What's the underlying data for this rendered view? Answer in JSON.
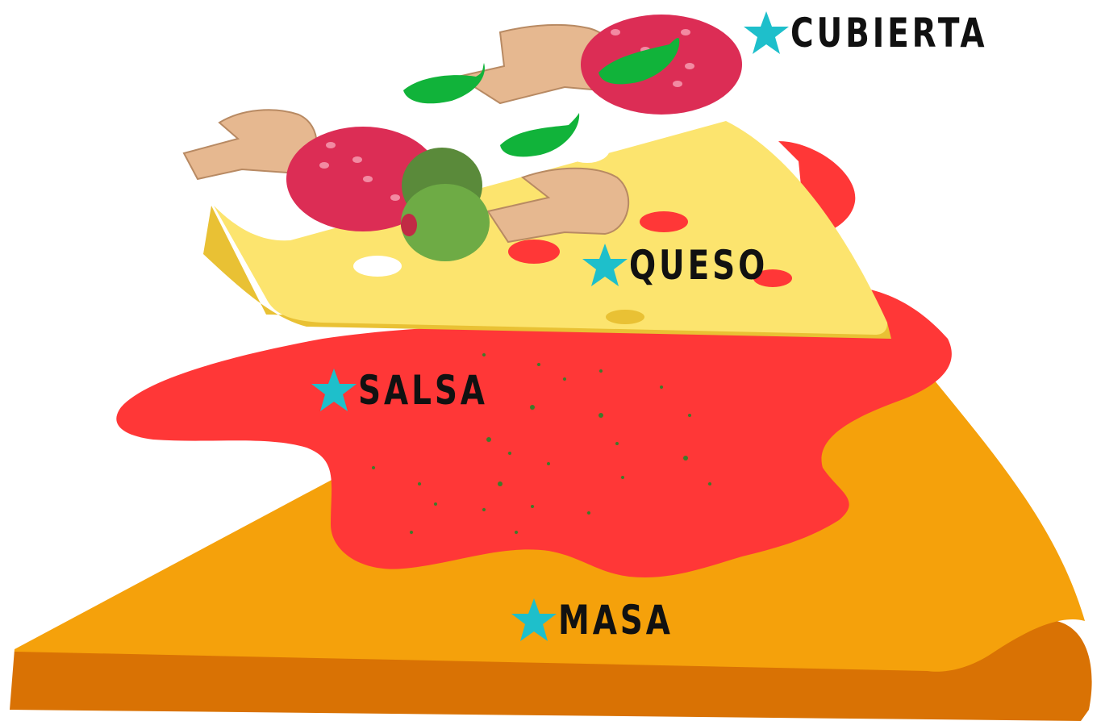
{
  "layers": [
    {
      "id": "cubierta",
      "label": "CUBIERTA"
    },
    {
      "id": "queso",
      "label": "QUESO"
    },
    {
      "id": "salsa",
      "label": "SALSA"
    },
    {
      "id": "masa",
      "label": "MASA"
    }
  ],
  "colors": {
    "dough": "#F5A10B",
    "dough_edge": "#D97204",
    "sauce": "#FF3737",
    "cheese": "#FCE46E",
    "cheese_edge": "#E9C134",
    "pepperoni": "#DC2D55",
    "mushroom": "#E6B890",
    "basil": "#11B33A",
    "olive": "#6EAB45",
    "star": "#1EBFCB"
  },
  "icons": [
    "star-icon"
  ]
}
